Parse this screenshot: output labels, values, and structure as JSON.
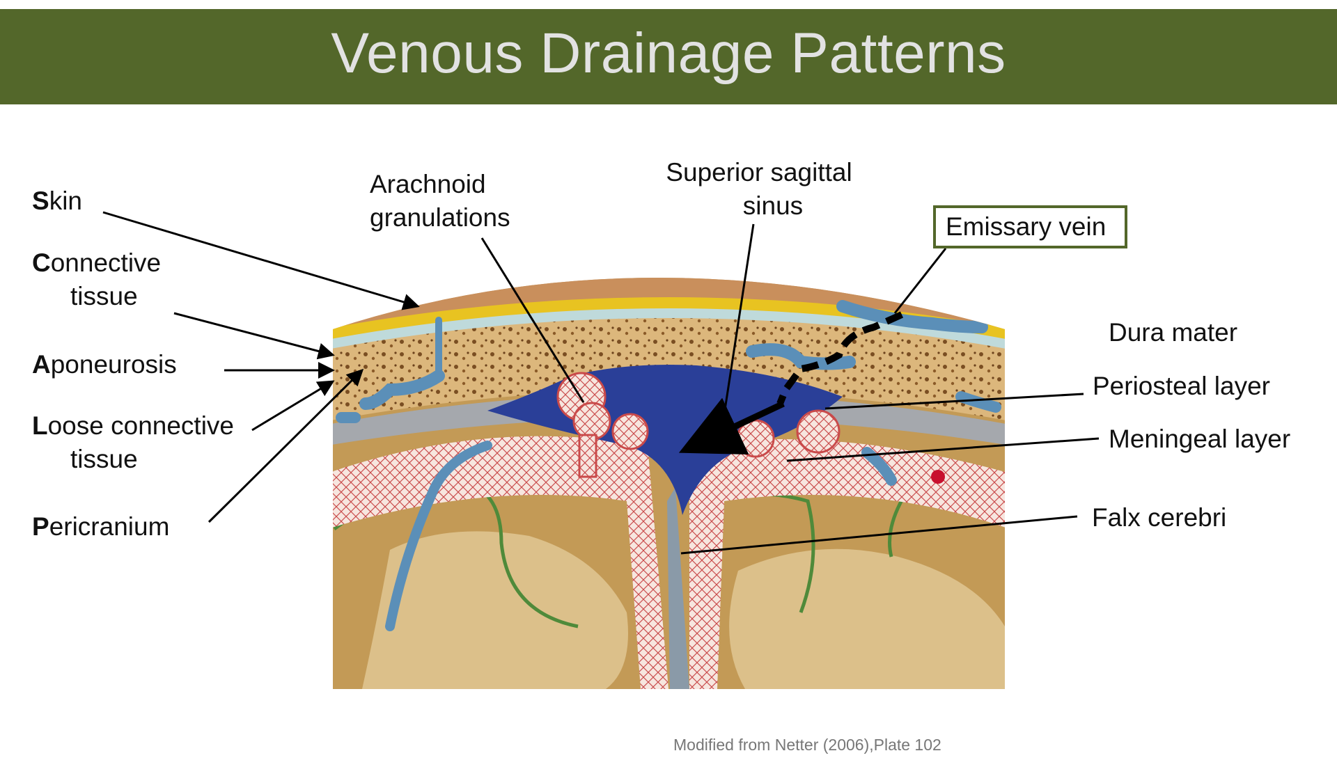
{
  "title": "Venous Drainage Patterns",
  "left_labels": {
    "skin": {
      "initial": "S",
      "rest": "kin"
    },
    "connective": {
      "initial": "C",
      "rest": "onnective",
      "line2": "tissue"
    },
    "aponeurosis": {
      "initial": "A",
      "rest": "poneurosis"
    },
    "loose": {
      "initial": "L",
      "rest": "oose connective",
      "line2": "tissue"
    },
    "pericranium": {
      "initial": "P",
      "rest": "ericranium"
    }
  },
  "top_labels": {
    "arachnoid_line1": "Arachnoid",
    "arachnoid_line2": "granulations",
    "sinus_line1": "Superior sagittal",
    "sinus_line2": "sinus",
    "emissary": "Emissary vein"
  },
  "right_labels": {
    "dura": "Dura mater",
    "periosteal": "Periosteal layer",
    "meningeal": "Meningeal layer",
    "falx": "Falx cerebri"
  },
  "credit": "Modified from Netter (2006),Plate 102",
  "colors": {
    "title_bar": "#53672a",
    "title_text": "#e2e2e2",
    "sinus_blue": "#2a3f98",
    "vein_blue": "#5b8fb8",
    "bone": "#d8b276",
    "brain": "#c39a56",
    "granulation": "#f0c8c4",
    "skin": "#c98f5c",
    "fat_yellow": "#e8c321",
    "pia_green": "#4f8a3a"
  }
}
